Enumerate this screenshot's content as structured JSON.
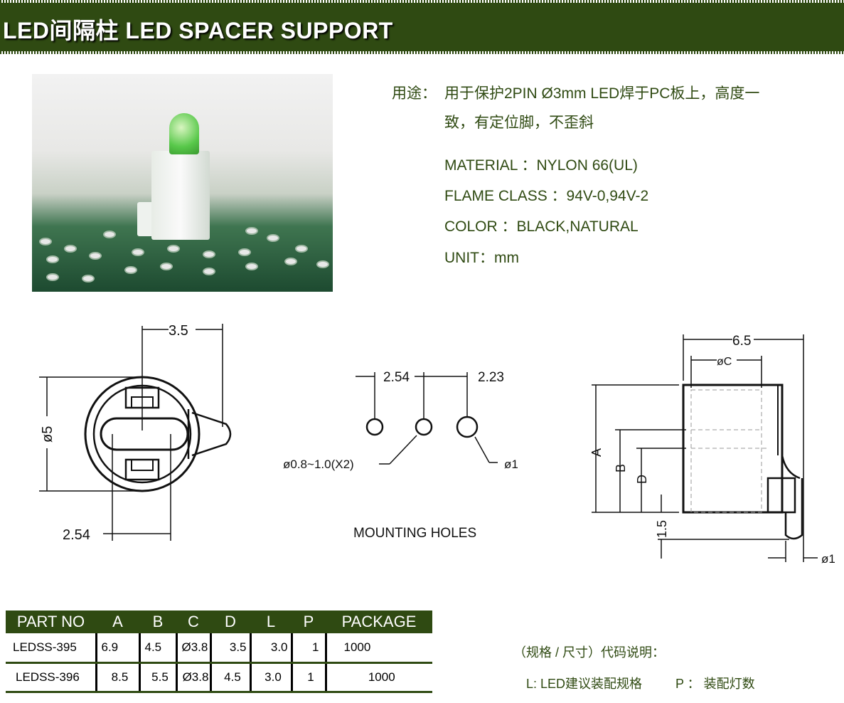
{
  "header": {
    "title": "LED间隔柱 LED SPACER SUPPORT"
  },
  "specs": {
    "usage_label": "用途：",
    "usage_line1": "用于保护2PIN Ø3mm LED焊于PC板上，高度一",
    "usage_line2": "致，有定位脚，不歪斜",
    "material": "MATERIAL ：NYLON 66(UL)",
    "flame": "FLAME CLASS ：94V-0,94V-2",
    "color": "COLOR ：BLACK,NATURAL",
    "unit": "UNIT：mm"
  },
  "drawing_top": {
    "dim_width": "3.5",
    "dim_dia": "ø5",
    "dim_pitch": "2.54"
  },
  "drawing_holes": {
    "dim_pitch": "2.54",
    "dim_offset": "2.23",
    "small_holes": "ø0.8~1.0(X2)",
    "large_hole": "ø1",
    "caption": "MOUNTING  HOLES"
  },
  "drawing_side": {
    "dim_width": "6.5",
    "dim_c": "øC",
    "dim_a": "A",
    "dim_b": "B",
    "dim_d": "D",
    "dim_pin": "1.5",
    "dim_pin_dia": "ø1"
  },
  "table": {
    "headers": [
      "PART NO",
      "A",
      "B",
      "C",
      "D",
      "L",
      "P",
      "PACKAGE"
    ],
    "rows": [
      [
        "LEDSS-395",
        "6.9",
        "4.5",
        "Ø3.8",
        "3.5",
        "3.0",
        "1",
        "1000"
      ],
      [
        "LEDSS-396",
        "8.5",
        "5.5",
        "Ø3.8",
        "4.5",
        "3.0",
        "1",
        "1000"
      ]
    ]
  },
  "legend": {
    "title": "（规格 / 尺寸）代码说明：",
    "l_desc": "L: LED建议装配规格",
    "p_desc": "P ： 装配灯数"
  },
  "colors": {
    "brand_green": "#2f4a12"
  }
}
